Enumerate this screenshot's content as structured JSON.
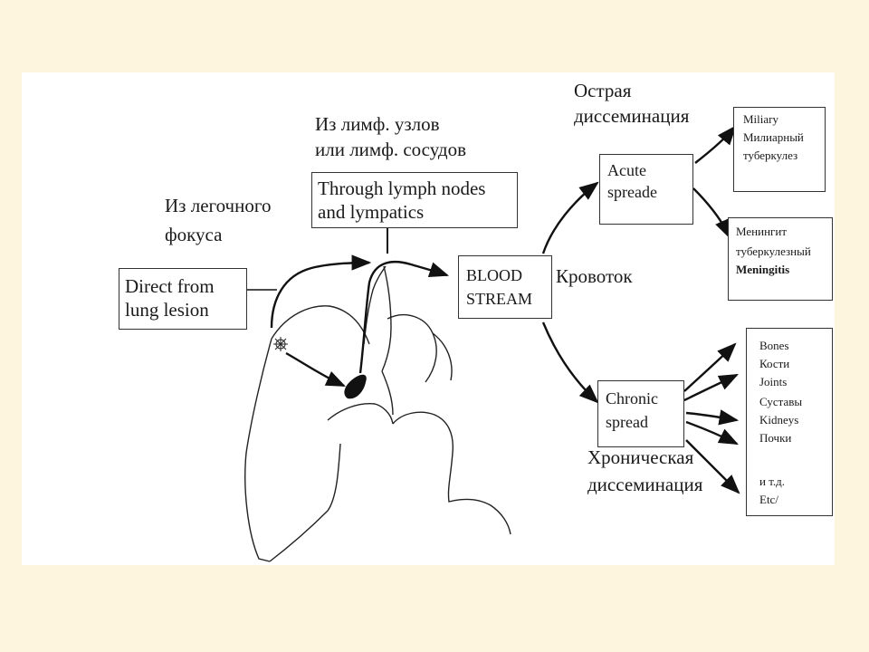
{
  "labels": {
    "acute_ru_1": "Острая",
    "acute_ru_2": "диссеминация",
    "lymph_ru_1": "Из лимф. узлов",
    "lymph_ru_2": "или лимф. сосудов",
    "lung_ru_1": "Из легочного",
    "lung_ru_2": "фокуса",
    "bloodstream_ru": "Кровоток",
    "chronic_ru_1": "Хроническая",
    "chronic_ru_2": "диссеминация"
  },
  "boxes": {
    "lymph": [
      "Through lymph nodes",
      "and lympatics"
    ],
    "direct": [
      "Direct from",
      "lung lesion"
    ],
    "blood": [
      "BLOOD",
      "STREAM"
    ],
    "acute": [
      "Acute",
      "spreade"
    ],
    "chronic": [
      "Chronic",
      "spread"
    ],
    "miliary": [
      "Miliary",
      "Милиарный",
      "туберкулез"
    ],
    "meningitis": [
      "Менингит",
      "туберкулезный",
      "Meningitis"
    ],
    "organs": [
      "Bones",
      "Кости",
      "Joints",
      "Суставы",
      "Kidneys",
      "Почки",
      "",
      "и т.д.",
      "Etc/"
    ]
  },
  "colors": {
    "background": "#fdf5de",
    "panel": "#ffffff",
    "ink": "#1a1a1a"
  }
}
